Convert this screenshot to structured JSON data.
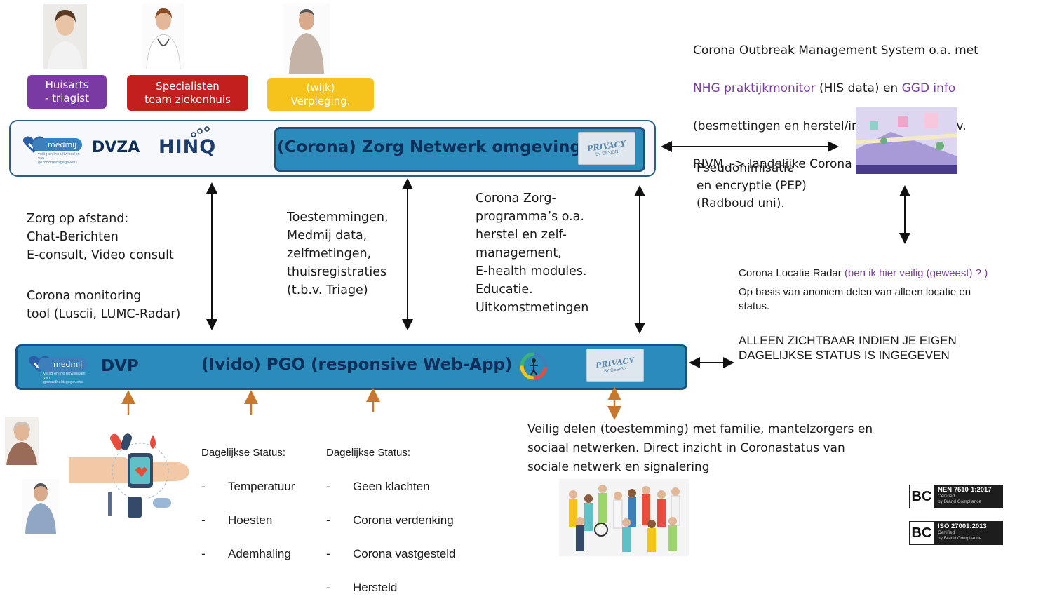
{
  "roles": [
    {
      "label": "Huisarts\n- triagist",
      "color": "#7a3aa3"
    },
    {
      "label": "Specialisten\nteam ziekenhuis",
      "color": "#c41f1f"
    },
    {
      "label": "(wijk)\nVerpleging.",
      "color": "#f5c31c"
    }
  ],
  "top_bar": {
    "medmij_word": "medmij",
    "medmij_tagline": "veilig online uitwisselen\nvan gezondheidsgegevens",
    "dvza": "DVZA",
    "hinq": "HINQ",
    "network_title": "(Corona) Zorg Netwerk omgeving",
    "privacy_1": "PRIVACY",
    "privacy_2": "BY DESIGN"
  },
  "bottom_bar": {
    "medmij_word": "medmij",
    "medmij_tagline": "veilig online uitwisselen\nvan gezondheidsgegevens",
    "dvp": "DVP",
    "pgo_title": "(Ivido) PGO (responsive Web-App)",
    "privacy_1": "PRIVACY",
    "privacy_2": "BY DESIGN"
  },
  "outbreak": {
    "line1": "Corona Outbreak Management System o.a. met",
    "nhg": "NHG praktijkmonitor",
    "mid": " (HIS data) en ",
    "ggd": "GGD info",
    "line3": "(besmettingen en herstel/immuun data) t.b.v.",
    "line4": "RIVM. -> landelijke Corona database"
  },
  "pep": "Pseudonimisatie\nen encryptie (PEP)\n(Radboud uni).",
  "col1": "Zorg op afstand:\nChat-Berichten\nE-consult, Video consult",
  "col1b": "Corona monitoring\ntool (Luscii, LUMC-Radar)",
  "col2": "Toestemmingen,\nMedmij data,\nzelfmetingen,\nthuisregistraties\n(t.b.v. Triage)",
  "col3": "Corona Zorg-\nprogramma’s o.a.\nherstel en zelf-\nmanagement,\nE-health modules.\nEducatie.\nUitkomstmetingen",
  "radar": {
    "title": "Corona Locatie Radar ",
    "title_purple": "(ben ik hier veilig (geweest) ? )",
    "desc": "Op basis van anoniem delen van alleen locatie en\nstatus.",
    "caps": "ALLEEN ZICHTBAAR INDIEN JE EIGEN\nDAGELIJKSE STATUS IS INGEGEVEN"
  },
  "status1": {
    "title": "Dagelijkse Status:",
    "items": [
      "Temperatuur",
      "Hoesten",
      "Ademhaling"
    ]
  },
  "status2": {
    "title": "Dagelijkse Status:",
    "items": [
      "Geen klachten",
      "Corona verdenking",
      "Corona vastgesteld",
      "Hersteld"
    ]
  },
  "share": "Veilig delen (toestemming) met familie, mantelzorgers en\nsociaal netwerken.  Direct inzicht in Coronastatus van\nsociale netwerk en signalering",
  "certs": [
    {
      "bc": "BC",
      "name": "NEN 7510-1:2017",
      "sub": "Certified\nby Brand Compliance"
    },
    {
      "bc": "BC",
      "name": "ISO 27001:2013",
      "sub": "Certified\nby Brand Compliance"
    }
  ],
  "colors": {
    "bar": "#2b8cbb",
    "bar_border": "#1d4f7f",
    "purple": "#7a3ea0",
    "arrow_up": "#c8782e"
  }
}
